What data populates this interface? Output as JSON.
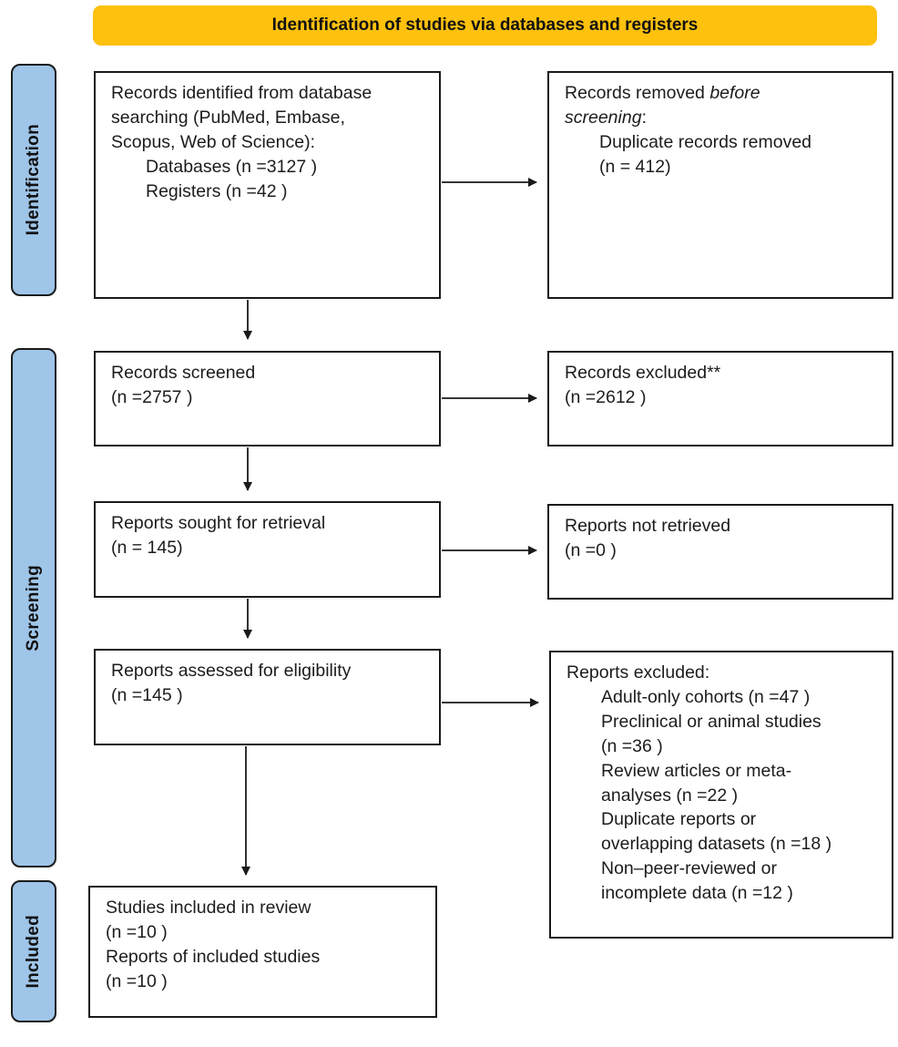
{
  "title_banner": {
    "label": "Identification of studies via databases and registers"
  },
  "colors": {
    "banner_bg": "#FEC10D",
    "stage_bg": "#9FC5E8",
    "line": "#1a1a1a"
  },
  "stages": [
    {
      "label": "Identification"
    },
    {
      "label": "Screening"
    },
    {
      "label": "Included"
    }
  ],
  "boxes": {
    "records_identified": {
      "lines": [
        {
          "text": "Records identified from database"
        },
        {
          "text": "searching (PubMed, Embase,"
        },
        {
          "text": "Scopus, Web of Science):"
        },
        {
          "indent": true,
          "text": "Databases (n =3127 )"
        },
        {
          "indent": true,
          "text": "Registers (n =42 )"
        }
      ]
    },
    "records_removed": {
      "lines": [
        {
          "segments": [
            {
              "text": "Records removed "
            },
            {
              "text": "before",
              "italic": true
            }
          ]
        },
        {
          "segments": [
            {
              "text": "screening",
              "italic": true
            },
            {
              "text": ":"
            }
          ]
        },
        {
          "indent": true,
          "text": "Duplicate records removed"
        },
        {
          "indent": true,
          "text": "(n = 412)"
        }
      ]
    },
    "records_screened": {
      "lines": [
        {
          "text": "Records screened"
        },
        {
          "text": "(n =2757 )"
        }
      ]
    },
    "records_excluded": {
      "lines": [
        {
          "text": "Records excluded**"
        },
        {
          "text": "(n =2612 )"
        }
      ]
    },
    "reports_sought": {
      "lines": [
        {
          "text": "Reports sought for retrieval"
        },
        {
          "text": "(n = 145)"
        }
      ]
    },
    "reports_not_retrieved": {
      "lines": [
        {
          "text": "Reports not retrieved"
        },
        {
          "text": "(n =0 )"
        }
      ]
    },
    "reports_assessed": {
      "lines": [
        {
          "text": "Reports assessed for eligibility"
        },
        {
          "text": "(n =145 )"
        }
      ]
    },
    "reports_excluded": {
      "lines": [
        {
          "text": "Reports excluded:"
        },
        {
          "indent": true,
          "text": "Adult-only cohorts (n =47 )"
        },
        {
          "indent": true,
          "text": "Preclinical or animal studies"
        },
        {
          "indent": true,
          "text": "(n =36 )"
        },
        {
          "indent": true,
          "text": "Review articles or meta-"
        },
        {
          "indent": true,
          "text": "analyses (n =22 )"
        },
        {
          "indent": true,
          "text": "Duplicate reports or"
        },
        {
          "indent": true,
          "text": "overlapping datasets (n =18 )"
        },
        {
          "indent": true,
          "text": "Non–peer-reviewed or"
        },
        {
          "indent": true,
          "text": "incomplete data (n =12 )"
        }
      ]
    },
    "studies_included": {
      "lines": [
        {
          "text": "Studies included in review"
        },
        {
          "text": "(n =10 )"
        },
        {
          "text": "Reports of included studies"
        },
        {
          "text": "(n =10 )"
        }
      ]
    }
  }
}
